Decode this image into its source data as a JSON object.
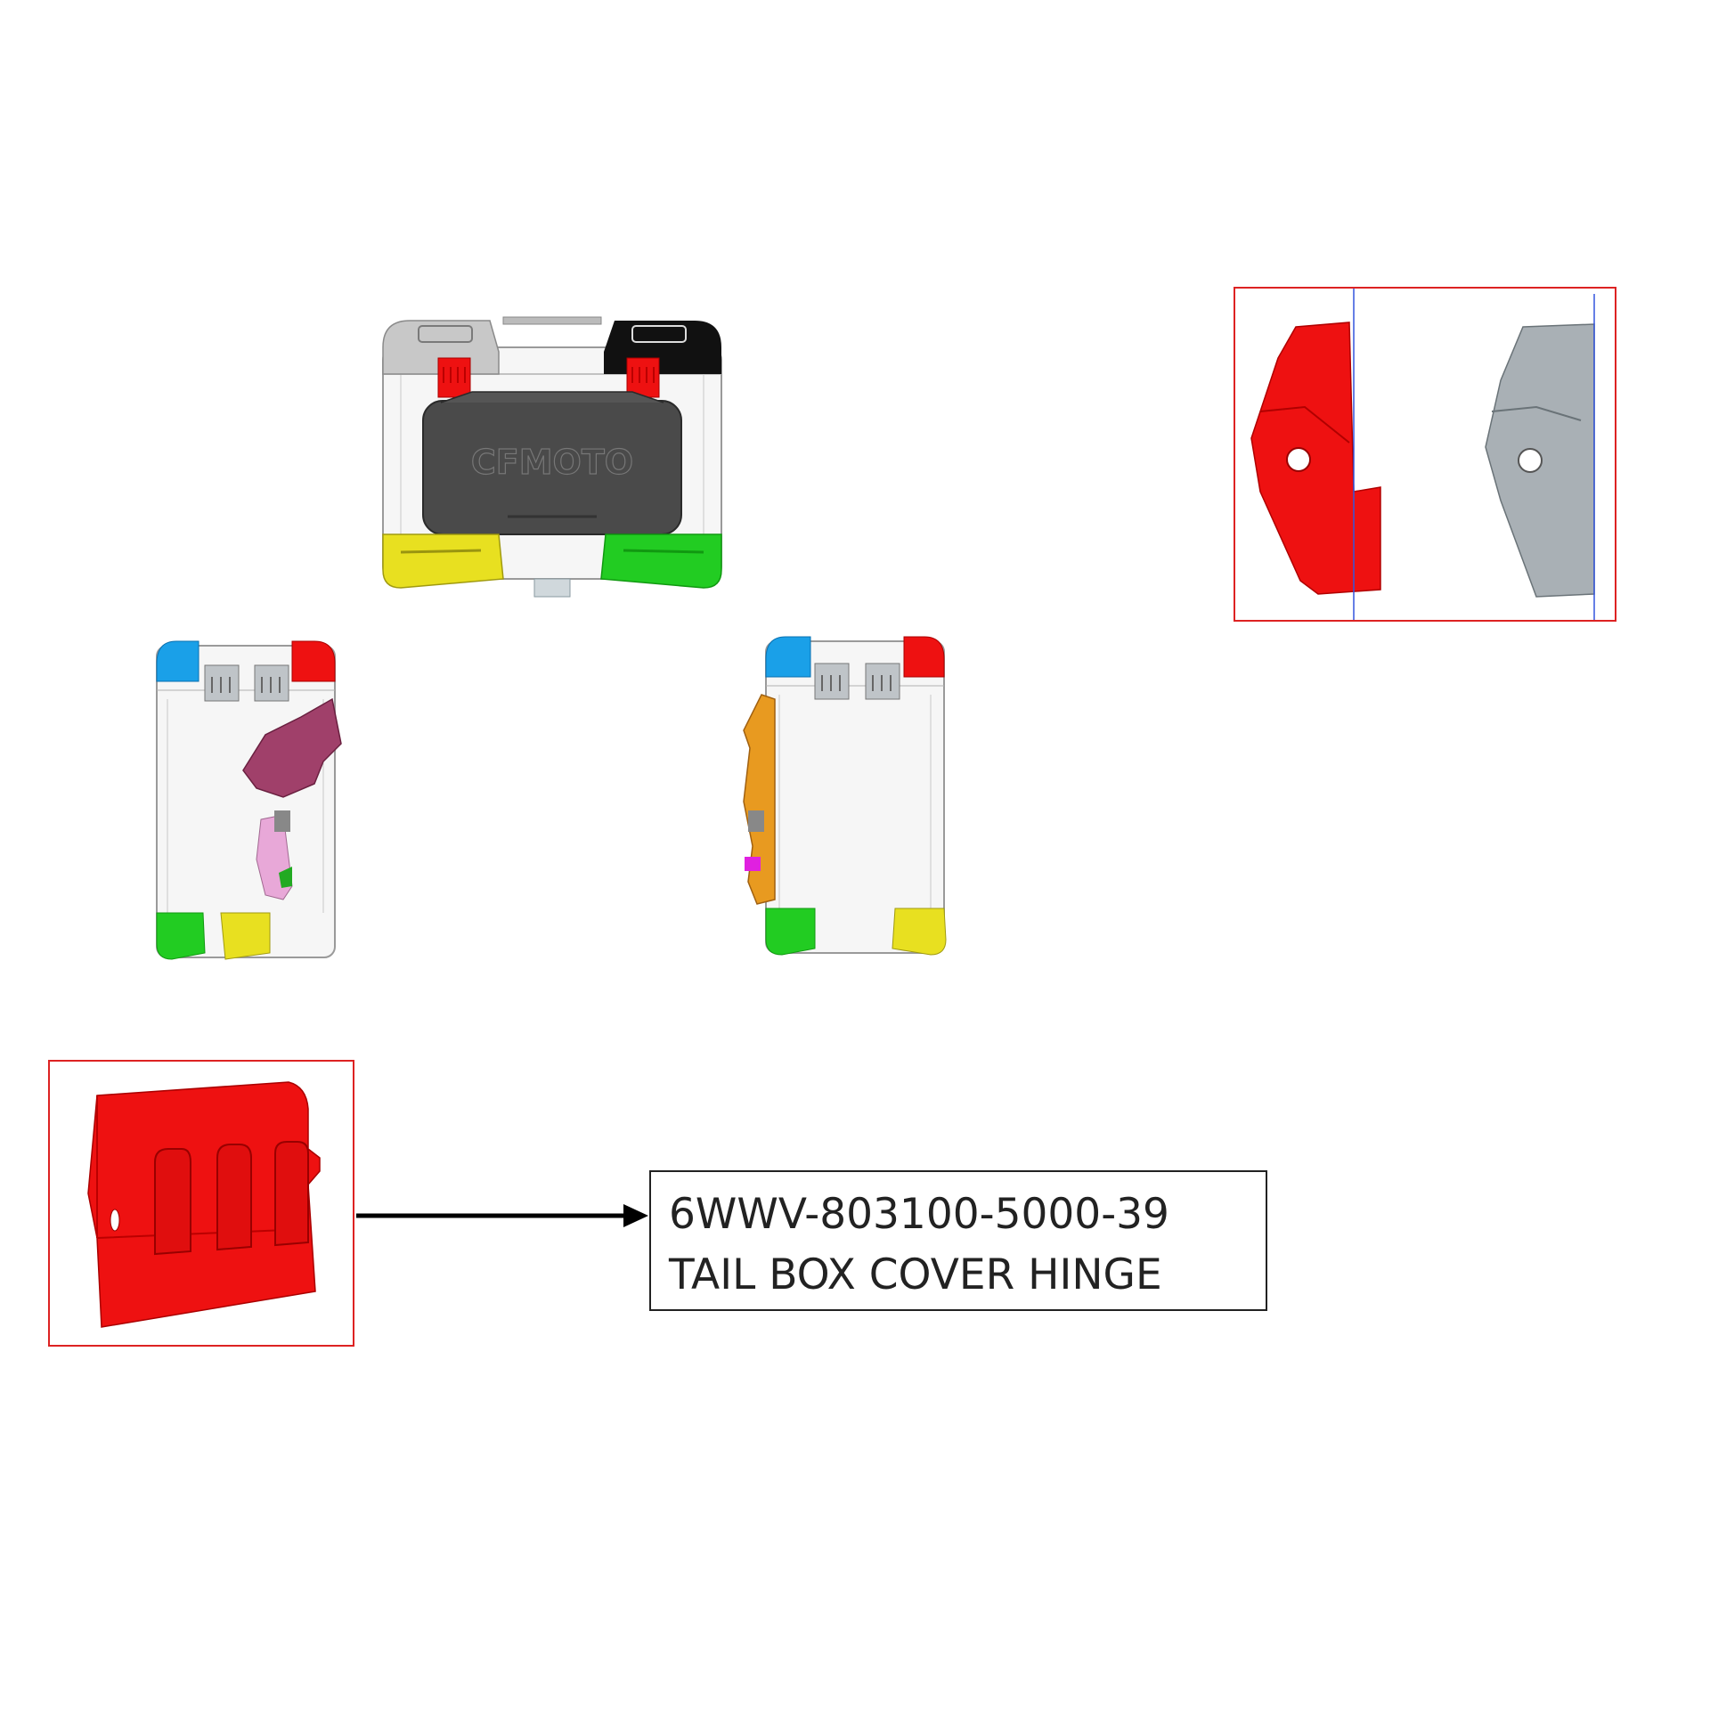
{
  "brand_logo": "CFMOTO",
  "part_callout": {
    "part_number": "6WWV-803100-5000-39",
    "part_name": "TAIL BOX COVER HINGE"
  },
  "colors": {
    "highlight_red": "#ee1111",
    "callout_frame": "#dd2222",
    "hinge_gray": "#a9b0b5",
    "corner_blue": "#1aa0e8",
    "corner_yellow": "#e8e020",
    "corner_green": "#22cc22",
    "bracket_purple": "#a0406a",
    "bracket_orange": "#e89a20",
    "box_lid": "#4a4a4a"
  }
}
